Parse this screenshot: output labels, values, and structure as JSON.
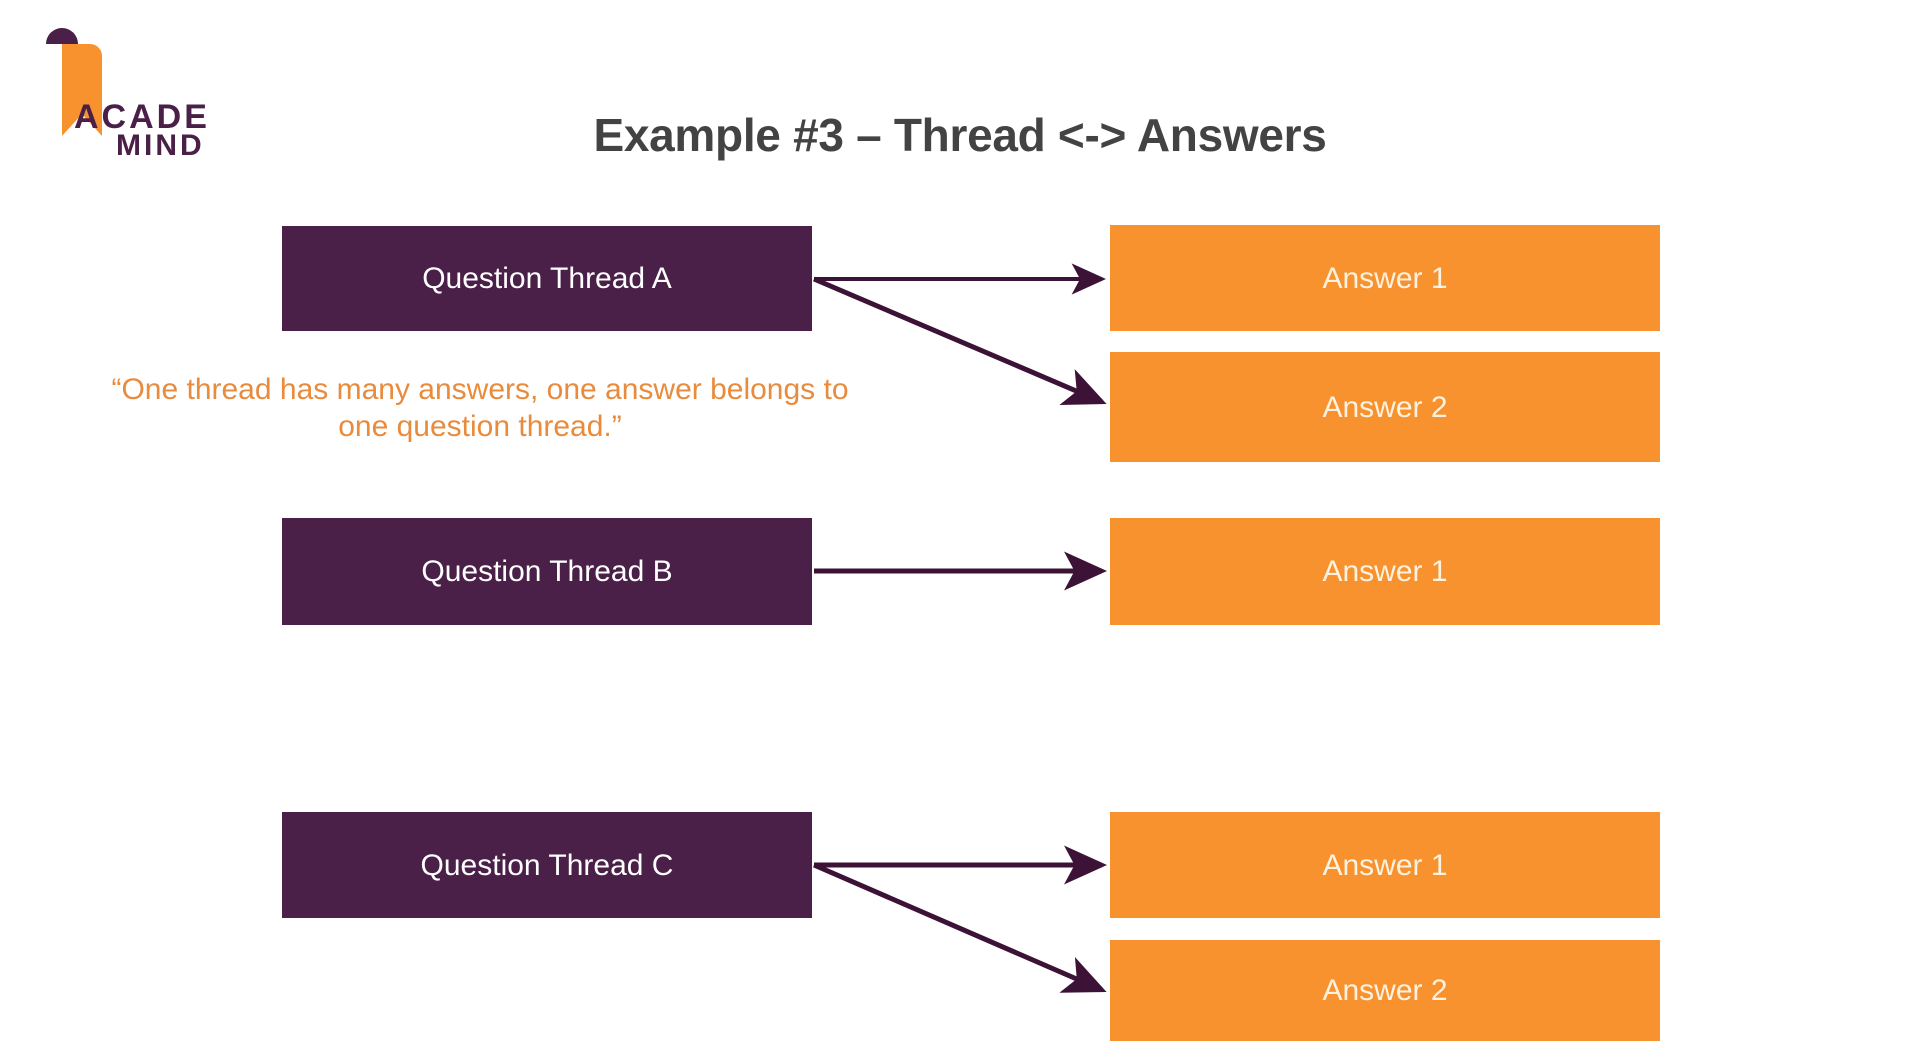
{
  "slide": {
    "title": "Example #3 – Thread <-> Answers",
    "background_color": "#FFFFFF",
    "title_color": "#434343"
  },
  "logo": {
    "line1": "ACADE",
    "line2": "MIND",
    "mark_color": "#F7922F",
    "text_color": "#4A2048",
    "name": "academind-logo"
  },
  "quote": {
    "text": "“One thread has many answers, one answer belongs to one question thread.”",
    "color": "#E98B3C"
  },
  "colors": {
    "thread_box": "#4A2048",
    "answer_box": "#F7922F",
    "arrow": "#3D1237",
    "thread_text": "#FFFFFF",
    "answer_text": "#FDF2E0"
  },
  "diagram": {
    "threads": [
      {
        "id": "a",
        "label": "Question Thread A"
      },
      {
        "id": "b",
        "label": "Question Thread B"
      },
      {
        "id": "c",
        "label": "Question Thread C"
      }
    ],
    "answers": [
      {
        "id": "a1",
        "label": "Answer 1",
        "thread": "a"
      },
      {
        "id": "a2",
        "label": "Answer 2",
        "thread": "a"
      },
      {
        "id": "b1",
        "label": "Answer 1",
        "thread": "b"
      },
      {
        "id": "c1",
        "label": "Answer 1",
        "thread": "c"
      },
      {
        "id": "c2",
        "label": "Answer 2",
        "thread": "c"
      }
    ],
    "connections": [
      {
        "from": "a",
        "to": "a1"
      },
      {
        "from": "a",
        "to": "a2"
      },
      {
        "from": "b",
        "to": "b1"
      },
      {
        "from": "c",
        "to": "c1"
      },
      {
        "from": "c",
        "to": "c2"
      }
    ]
  }
}
